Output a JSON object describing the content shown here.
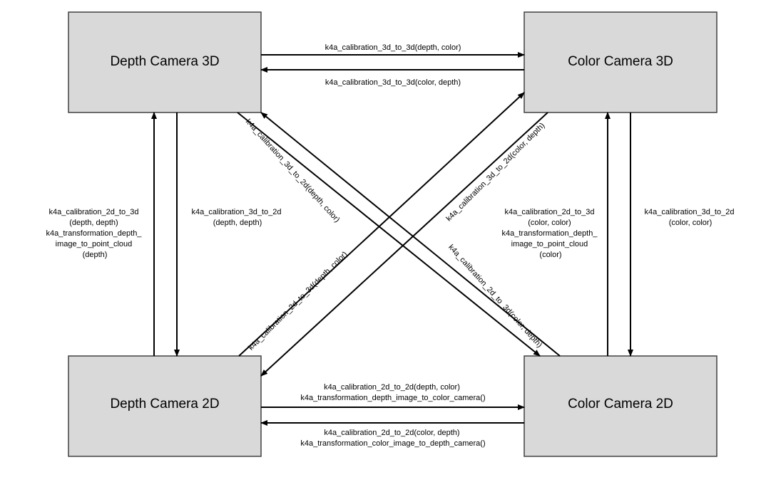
{
  "nodes": {
    "depth3d": "Depth Camera 3D",
    "color3d": "Color Camera 3D",
    "depth2d": "Depth Camera 2D",
    "color2d": "Color Camera 2D"
  },
  "edges": {
    "d3_to_c3": "k4a_calibration_3d_to_3d(depth, color)",
    "c3_to_d3": "k4a_calibration_3d_to_3d(color, depth)",
    "d2_to_d3": [
      "k4a_calibration_2d_to_3d",
      "(depth, depth)",
      "k4a_transformation_depth_",
      "image_to_point_cloud",
      "(depth)"
    ],
    "d3_to_d2": [
      "k4a_calibration_3d_to_2d",
      "(depth, depth)"
    ],
    "c2_to_c3": [
      "k4a_calibration_2d_to_3d",
      "(color, color)",
      "k4a_transformation_depth_",
      "image_to_point_cloud",
      "(color)"
    ],
    "c3_to_c2": [
      "k4a_calibration_3d_to_2d",
      "(color, color)"
    ],
    "d3_to_c2": "k4a_calibration_3d_to_2d(depth, color)",
    "c3_to_d2": "k4a_calibration_3d_to_2d(color, depth)",
    "d2_to_c3": "k4a_calibration_2d_to_3d(depth, color)",
    "c2_to_d3": "k4a_calibration_2d_to_3d(color, depth)",
    "d2_to_c2": [
      "k4a_calibration_2d_to_2d(depth, color)",
      "k4a_transformation_depth_image_to_color_camera()"
    ],
    "c2_to_d2": [
      "k4a_calibration_2d_to_2d(color, depth)",
      "k4a_transformation_color_image_to_depth_camera()"
    ]
  }
}
